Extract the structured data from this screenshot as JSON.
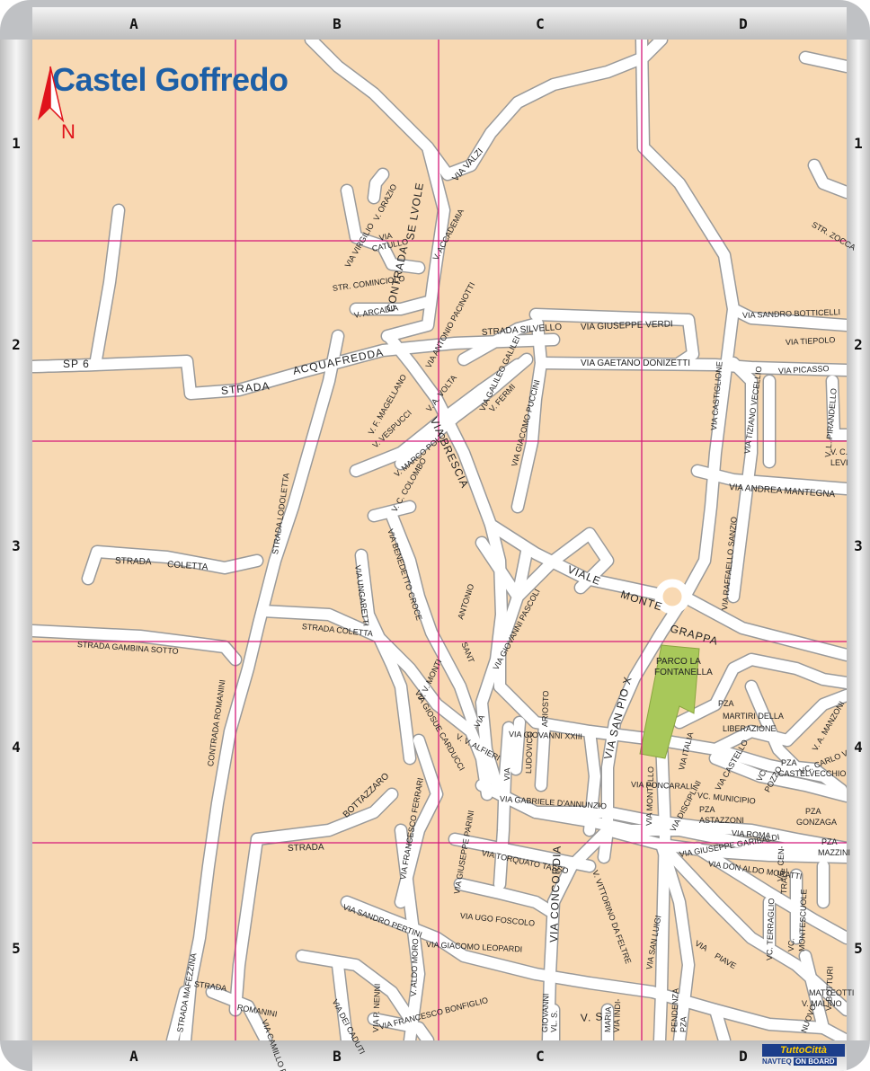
{
  "map": {
    "title": "Castel Goffredo",
    "north_label": "N",
    "columns": [
      "A",
      "B",
      "C",
      "D"
    ],
    "rows": [
      "1",
      "2",
      "3",
      "4",
      "5"
    ],
    "park_label_1": "PARCO LA",
    "park_label_2": "FONTANELLA",
    "streets": [
      {
        "label": "SP 6"
      },
      {
        "label": "STRADA"
      },
      {
        "label": "ACQUAFREDDA"
      },
      {
        "label": "STRADA SILVELLO"
      },
      {
        "label": "CONTRADA"
      },
      {
        "label": "SE LVOLE"
      },
      {
        "label": "VIA VALZI"
      },
      {
        "label": "VIA VIRGILIO"
      },
      {
        "label": "V. ORAZIO"
      },
      {
        "label": "VIA"
      },
      {
        "label": "CATULLO"
      },
      {
        "label": "V. ACCADEMIA"
      },
      {
        "label": "STR. COMINCIOLO"
      },
      {
        "label": "V. ARCADIA"
      },
      {
        "label": "VIA GIUSEPPE VERDI"
      },
      {
        "label": "VIA GAETANO DONIZETTI"
      },
      {
        "label": "VIA ANTONIO PACINOTTI"
      },
      {
        "label": "V. A. VOLTA"
      },
      {
        "label": "V. F. MAGELLANO"
      },
      {
        "label": "V. VESPUCCI"
      },
      {
        "label": "VIA BRESCIA"
      },
      {
        "label": "VIA GALILEO GALILEI"
      },
      {
        "label": "V. FERMI"
      },
      {
        "label": "VIA GIACOMO PUCCINI"
      },
      {
        "label": "V. MARCO POLO"
      },
      {
        "label": "V. C. COLOMBO"
      },
      {
        "label": "VIA SANDRO BOTTICELLI"
      },
      {
        "label": "VIA TIEPOLO"
      },
      {
        "label": "VIA PICASSO"
      },
      {
        "label": "VIA CASTIGLIONE"
      },
      {
        "label": "VIA TIZIANO VECELLIO"
      },
      {
        "label": "V. L. PIRANDELLO"
      },
      {
        "label": "V. C."
      },
      {
        "label": "LEVI"
      },
      {
        "label": "VIA ANDREA MANTEGNA"
      },
      {
        "label": "STR. ZOCCA"
      },
      {
        "label": "STRADA LODOLETTA"
      },
      {
        "label": "STRADA"
      },
      {
        "label": "COLETTA"
      },
      {
        "label": "STRADA GAMBINA SOTTO"
      },
      {
        "label": "STRADA COLETTA"
      },
      {
        "label": "VIA UNGARETTI"
      },
      {
        "label": "VIA BENEDETTO CROCE"
      },
      {
        "label": "ANTONIO"
      },
      {
        "label": "VIA GIOVANNI PASCOLI"
      },
      {
        "label": "VIALE"
      },
      {
        "label": "MONTE"
      },
      {
        "label": "GRAPPA"
      },
      {
        "label": "VIA RAFFAELLO SANZIO"
      },
      {
        "label": "V. V. MONTI"
      },
      {
        "label": "SANT"
      },
      {
        "label": "VIA"
      },
      {
        "label": "VIA GIOSUE CARDUCCI"
      },
      {
        "label": "V. V. ALFIERI"
      },
      {
        "label": "VIA GIOVANNI XXIII"
      },
      {
        "label": "VIA"
      },
      {
        "label": "LUDOVICO"
      },
      {
        "label": "ARIOSTO"
      },
      {
        "label": "VIA SAN PIO X"
      },
      {
        "label": "VIA ITALIA"
      },
      {
        "label": "PZA"
      },
      {
        "label": "MARTIRI DELLA"
      },
      {
        "label": "LIBERAZIONE"
      },
      {
        "label": "VIA CASTELLO"
      },
      {
        "label": "PZA"
      },
      {
        "label": "CASTELVECCHIO"
      },
      {
        "label": "VC. CARLO V"
      },
      {
        "label": "V. A. MANZONI"
      },
      {
        "label": "VC."
      },
      {
        "label": "POZZO"
      },
      {
        "label": "VIA PONCARALI"
      },
      {
        "label": "VC. MUNICIPIO"
      },
      {
        "label": "PZA"
      },
      {
        "label": "ASTAZZONI"
      },
      {
        "label": "PZA"
      },
      {
        "label": "GONZAGA"
      },
      {
        "label": "VIA ROMA"
      },
      {
        "label": "PZA"
      },
      {
        "label": "MAZZINI"
      },
      {
        "label": "CONTRADA ROMANINI"
      },
      {
        "label": "STRADA"
      },
      {
        "label": "BOTTAZZARO"
      },
      {
        "label": "VIA GABRIELE D'ANNUNZIO"
      },
      {
        "label": "VIA MONTELLO"
      },
      {
        "label": "VIA DISCIPLINI"
      },
      {
        "label": "VIA DON ALDO MORATTI"
      },
      {
        "label": "VIA FRANCESCO FERRARI"
      },
      {
        "label": "VIA GIUSEPPE PARINI"
      },
      {
        "label": "VIA TORQUATO TASSO"
      },
      {
        "label": "V. VITTORINO DA FELTRE"
      },
      {
        "label": "VIA GIUSEPPE GARIBALDI"
      },
      {
        "label": "VC. CEN-"
      },
      {
        "label": "TRALE"
      },
      {
        "label": "VIA CONCORDIA"
      },
      {
        "label": "VIA UGO FOSCOLO"
      },
      {
        "label": "VIA SAN LUIGI"
      },
      {
        "label": "VC. TERRAGLIO"
      },
      {
        "label": "VC."
      },
      {
        "label": "MONTESCUOLE"
      },
      {
        "label": "VIA SANDRO PERTINI"
      },
      {
        "label": "VIA GIACOMO LEOPARDI"
      },
      {
        "label": "VIA"
      },
      {
        "label": "PIAVE"
      },
      {
        "label": "V. BOTTURI"
      },
      {
        "label": "STRADA MAFEZZINA"
      },
      {
        "label": "STRADA"
      },
      {
        "label": "ROMANINI"
      },
      {
        "label": "VIA CAMILLO PRAMPOLINI"
      },
      {
        "label": "VIA DEI CADUTI"
      },
      {
        "label": "V. ALDO MORO"
      },
      {
        "label": "VIA P. NENNI"
      },
      {
        "label": "VIA FRANCESCO BONFIGLIO"
      },
      {
        "label": "V. S."
      },
      {
        "label": "GIOVANNI"
      },
      {
        "label": "VL. S."
      },
      {
        "label": "MARIA"
      },
      {
        "label": "VIA INDI-"
      },
      {
        "label": "PENDENZA"
      },
      {
        "label": "PZA"
      },
      {
        "label": "MATTEOTTI"
      },
      {
        "label": "V. MALINO"
      },
      {
        "label": "NUOVO"
      }
    ]
  },
  "logo": {
    "brand": "TuttoCittà",
    "provider": "NAVTEQ",
    "badge": "ON BOARD"
  },
  "colors": {
    "background": "#f8d9b3",
    "road": "#ffffff",
    "road_edge": "#9a9a9a",
    "grid": "#d4197a",
    "park": "#a8c85a",
    "title": "#1d5fa6",
    "north": "#e0131b"
  }
}
